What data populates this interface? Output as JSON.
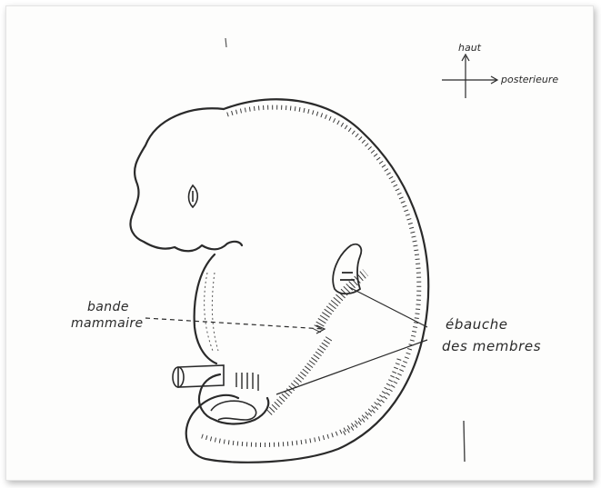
{
  "labels": {
    "haut": "haut",
    "posterieure": "posterieure",
    "bande_line1": "bande",
    "bande_line2": "mammaire",
    "ebauche_line1": "ébauche",
    "ebauche_line2": "des membres"
  },
  "colors": {
    "ink": "#2a2a2a",
    "paper": "#fdfdfc"
  }
}
